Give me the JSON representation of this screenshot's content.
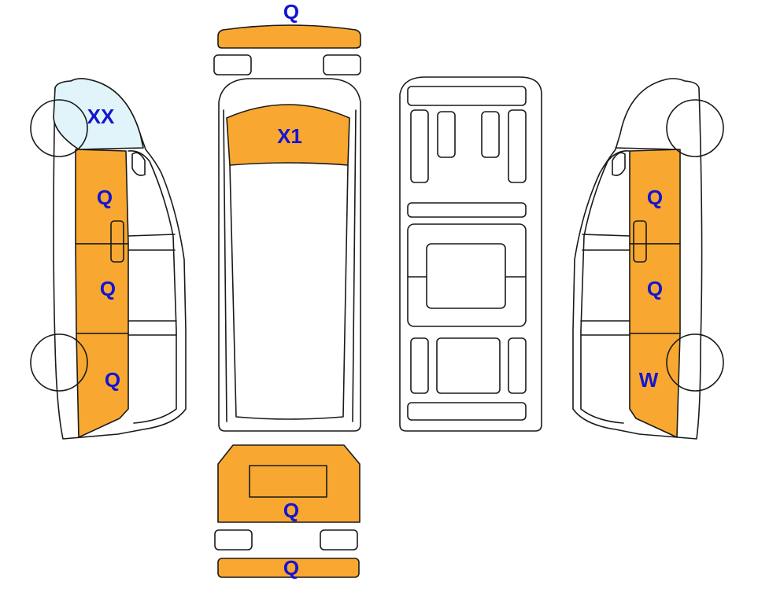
{
  "colors": {
    "damaged": "#f8a830",
    "glass": "#e0f4fa",
    "code_text": "#1414d2",
    "outline": "#1a1a1a"
  },
  "views": {
    "left_side": {
      "windshield": "XX",
      "front_door": "Q",
      "sliding_door": "Q",
      "rear_panel": "Q"
    },
    "front": {
      "bumper": "Q"
    },
    "roof": {
      "hood": "X1"
    },
    "rear": {
      "tailgate": "Q",
      "bumper": "Q"
    },
    "right_side": {
      "front_door": "Q",
      "sliding_door": "Q",
      "rear_panel": "W"
    }
  }
}
